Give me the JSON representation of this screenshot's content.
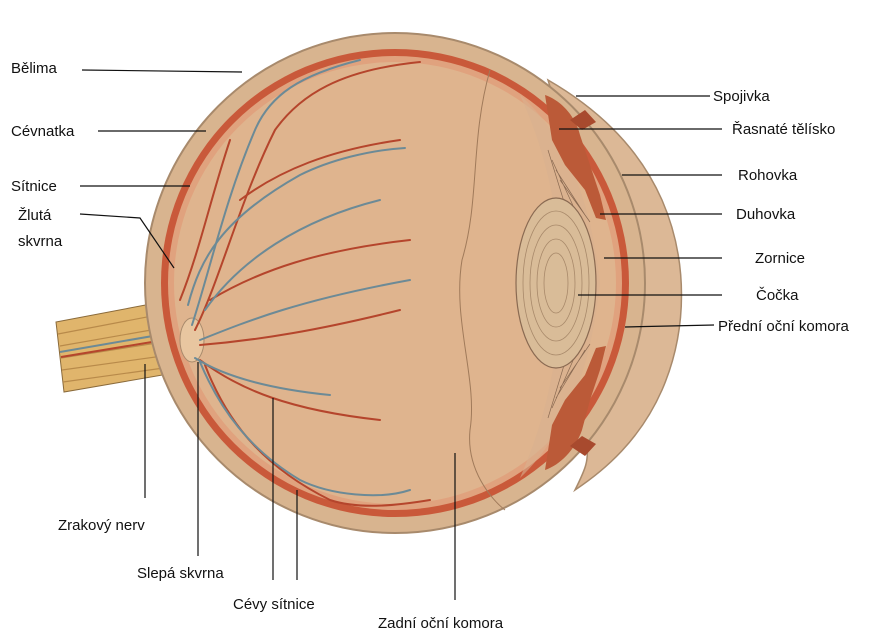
{
  "labels": {
    "sclera": "Bělima",
    "choroid": "Cévnatka",
    "retina": "Sítnice",
    "macula_line1": "Žlutá",
    "macula_line2": "skvrna",
    "optic_nerve": "Zrakový nerv",
    "blind_spot": "Slepá skvrna",
    "retinal_vessels": "Cévy sítnice",
    "vitreous_chamber": "Zadní oční komora",
    "conjunctiva": "Spojivka",
    "ciliary_body": "Řasnaté tělísko",
    "cornea": "Rohovka",
    "iris": "Duhovka",
    "pupil": "Zornice",
    "lens": "Čočka",
    "anterior_chamber": "Přední oční komora"
  },
  "colors": {
    "sclera": "#d8b48f",
    "sclera_edge": "#a88a6c",
    "choroid": "#c9593a",
    "retina": "#e0a27e",
    "interior": "#dfb48e",
    "vessel_red": "#b5452c",
    "vessel_blue": "#6c8a96",
    "iris": "#bb5a38",
    "lens": "#d9bc98",
    "leader": "#111111"
  }
}
